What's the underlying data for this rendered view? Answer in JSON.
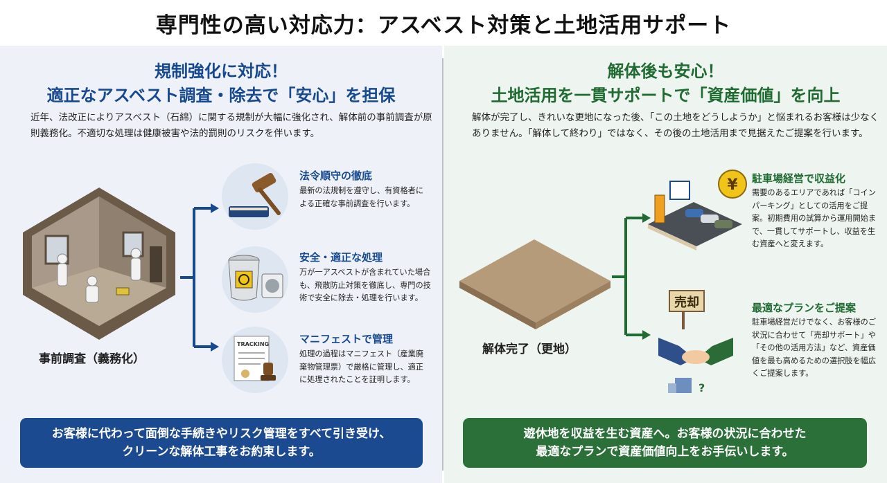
{
  "title": "専門性の高い対応力：アスベスト対策と土地活用サポート",
  "left": {
    "heading_line1": "規制強化に対応！",
    "heading_line2": "適正なアスベスト調査・除去で「安心」を担保",
    "intro": "近年、法改正によりアスベスト（石綿）に関する規制が大幅に強化され、解体前の事前調査が原則義務化。不適切な処理は健康被害や法的罰則のリスクを伴います。",
    "image_caption": "事前調査（義務化）",
    "features": [
      {
        "title": "法令順守の徹底",
        "body": "最新の法規制を遵守し、有資格者による正確な事前調査を行います。",
        "icon": "gavel-icon"
      },
      {
        "title": "安全・適正な処理",
        "body": "万が一アスベストが含まれていた場合も、飛散防止対策を徹底し、専門の技術で安全に除去・処理を行います。",
        "icon": "biohazard-container-icon"
      },
      {
        "title": "マニフェストで管理",
        "body": "処理の過程はマニフェスト（産業廃棄物管理票）で厳格に管理し、適正に処理されたことを証明します。",
        "icon": "manifest-document-icon"
      }
    ],
    "tracking_label": "TRACKING",
    "banner": "お客様に代わって面倒な手続きやリスク管理をすべて引き受け、\nクリーンな解体工事をお約束します。",
    "accent": "#1c4a90"
  },
  "right": {
    "heading_line1": "解体後も安心！",
    "heading_line2": "土地活用を一貫サポートで「資産価値」を向上",
    "intro": "解体が完了し、きれいな更地になった後、「この土地をどうしようか」と悩まれるお客様は少なくありません。「解体して終わり」ではなく、その後の土地活用まで見据えたご提案を行います。",
    "image_caption": "解体完了（更地）",
    "features": [
      {
        "title": "駐車場経営で収益化",
        "body": "需要のあるエリアであれば「コインパーキング」としての活用をご提案。初期費用の試算から運用開始まで、一貫してサポートし、収益を生む資産へと変えます。",
        "icon": "parking-lot-icon"
      },
      {
        "title": "最適なプランをご提案",
        "body": "駐車場経営だけでなく、お客様のご状況に合わせて「売却サポート」や「その他の活用方法」など、資産価値を最も高めるための選択肢を幅広くご提案します。",
        "icon": "handshake-icon"
      }
    ],
    "yen_symbol": "¥",
    "sign_label": "売却",
    "banner": "遊休地を収益を生む資産へ。お客様の状況に合わせた\n最適なプランで資産価値向上をお手伝いします。",
    "accent": "#2a7038"
  }
}
